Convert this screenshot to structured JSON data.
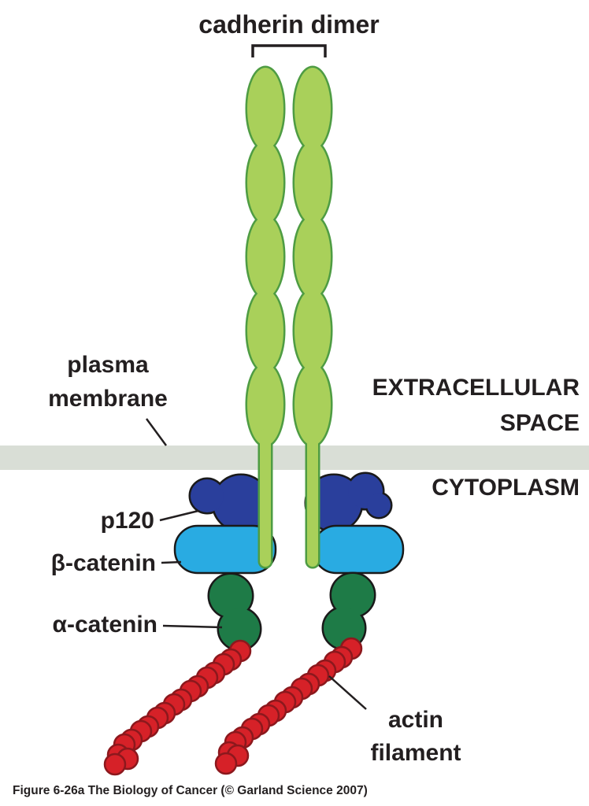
{
  "diagram": {
    "title": "cadherin dimer",
    "labels": {
      "plasma_membrane_line1": "plasma",
      "plasma_membrane_line2": "membrane",
      "extracellular_line1": "EXTRACELLULAR",
      "extracellular_line2": "SPACE",
      "cytoplasm": "CYTOPLASM",
      "p120": "p120",
      "beta_catenin": "β-catenin",
      "alpha_catenin": "α-catenin",
      "actin_line1": "actin",
      "actin_line2": "filament"
    },
    "caption": "Figure 6-26a  The Biology of Cancer (© Garland Science 2007)"
  },
  "colors": {
    "cadherin_fill": "#a9d05a",
    "cadherin_stroke": "#4e9c43",
    "membrane_fill": "#d9ded6",
    "p120_fill": "#2a3f9c",
    "beta_catenin_fill": "#29abe2",
    "alpha_catenin_fill": "#1e7b47",
    "actin_fill": "#d62128",
    "actin_stroke": "#8c181d"
  }
}
